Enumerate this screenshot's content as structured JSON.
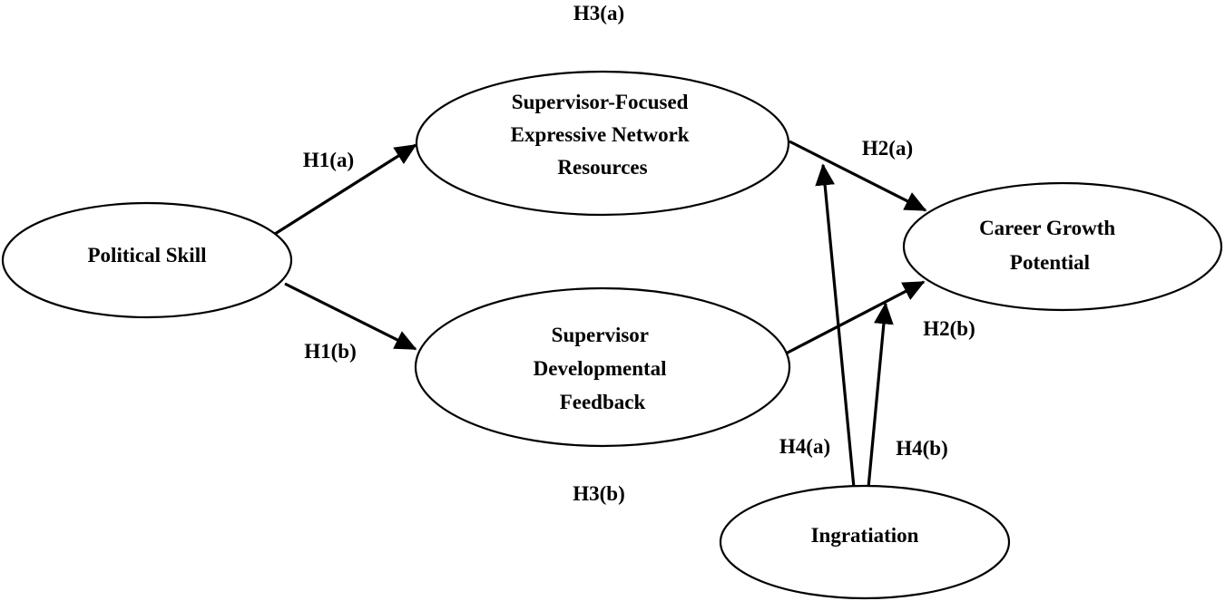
{
  "nodes": {
    "political_skill": {
      "lines": [
        "Political Skill"
      ]
    },
    "expressive_network": {
      "lines": [
        "Supervisor-Focused",
        "Expressive Network",
        "Resources"
      ]
    },
    "developmental_feedback": {
      "lines": [
        "Supervisor",
        "Developmental",
        "Feedback"
      ]
    },
    "career_growth": {
      "lines": [
        "Career Growth",
        "Potential"
      ]
    },
    "ingratiation": {
      "lines": [
        "Ingratiation"
      ]
    }
  },
  "hypotheses": {
    "h1a": "H1(a)",
    "h1b": "H1(b)",
    "h2a": "H2(a)",
    "h2b": "H2(b)",
    "h3a": "H3(a)",
    "h3b": "H3(b)",
    "h4a": "H4(a)",
    "h4b": "H4(b)"
  }
}
